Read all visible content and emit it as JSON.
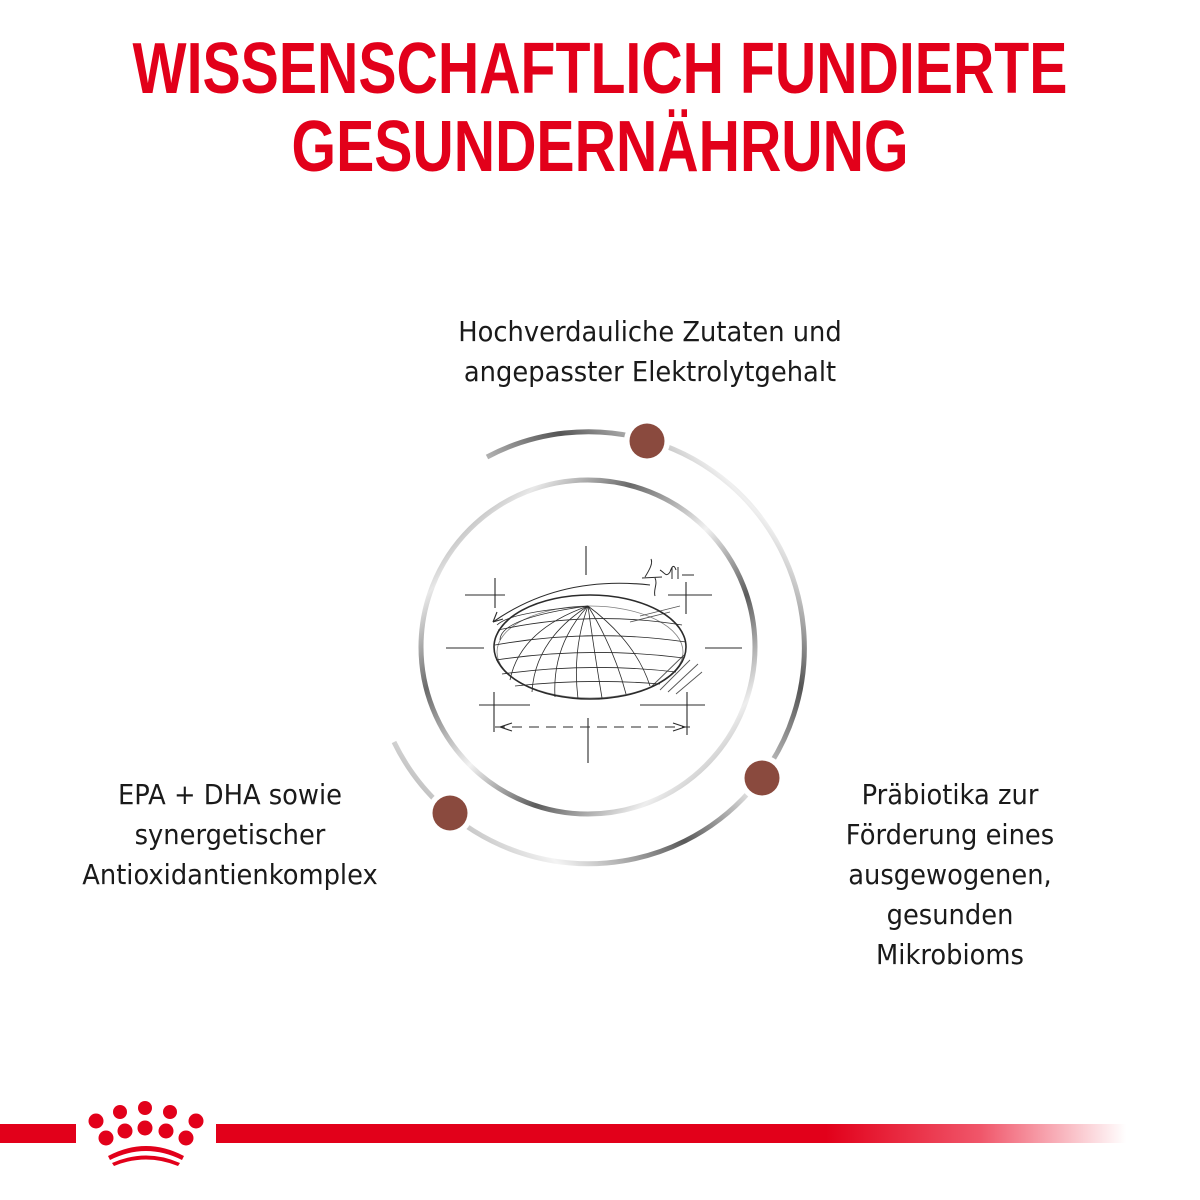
{
  "title": {
    "line1": "WISSENSCHAFTLICH FUNDIERTE",
    "line2": "GESUNDERNÄHRUNG",
    "color": "#e2001a"
  },
  "features": [
    {
      "position": "top",
      "lines": [
        "Hochverdauliche Zutaten und",
        "angepasster Elektrolytgehalt"
      ]
    },
    {
      "position": "left",
      "lines": [
        "EPA + DHA sowie",
        "synergetischer",
        "Antioxidantienkomplex"
      ]
    },
    {
      "position": "right",
      "lines": [
        "Präbiotika zur",
        "Förderung eines",
        "ausgewogenen,",
        "gesunden",
        "Mikrobioms"
      ]
    }
  ],
  "diagram": {
    "center_icon": "kibble-sketch-icon",
    "dot_color": "#8a4a3e",
    "ring_color": "#6e6e6e"
  },
  "footer": {
    "logo": "royal-crown-logo-icon",
    "bar_color": "#e2001a"
  }
}
